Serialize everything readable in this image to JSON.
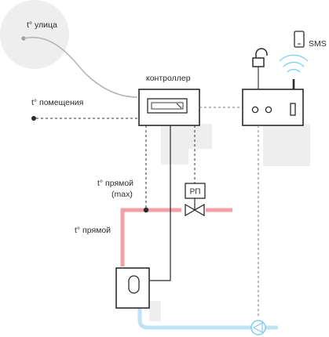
{
  "labels": {
    "outdoor_temp": "t° улица",
    "room_temp": "t° помещения",
    "controller": "контроллер",
    "supply_temp_max": "t° прямой",
    "supply_temp_max_note": "(max)",
    "supply_temp": "t° прямой",
    "relay_valve": "РП",
    "sms": "SMS"
  },
  "colors": {
    "supply_pipe": "#f2a0a6",
    "return_pipe": "#bfe3f4",
    "wire": "#2b2b2b",
    "signal_line": "#9a9a9a",
    "zone_bubble": "#eeeeee",
    "shadow": "#eeeeee",
    "wifi": "#7fd0f0"
  },
  "icons": {
    "phone": "phone-icon",
    "lock": "unlock-icon",
    "wifi": "wifi-signal-icon",
    "pump": "circulation-pump-icon",
    "valve": "valve-icon",
    "boiler": "boiler-icon"
  }
}
